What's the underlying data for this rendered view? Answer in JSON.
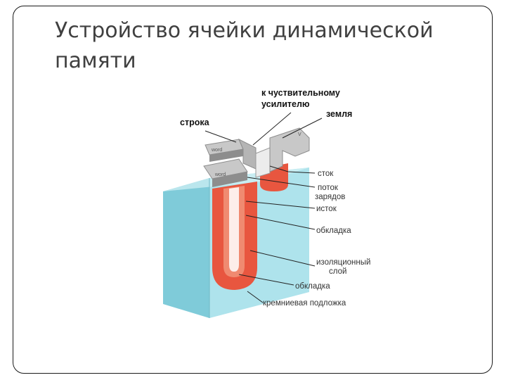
{
  "slide": {
    "title_line1": "Устройство ячейки динамической",
    "title_line2": "памяти"
  },
  "diagram": {
    "labels": {
      "sense_amp_line1": "к чуствительному",
      "sense_amp_line2": "усилителю",
      "ground": "земля",
      "row": "строка",
      "drain": "сток",
      "charge_flow_line1": "поток",
      "charge_flow_line2": "зарядов",
      "source": "исток",
      "plate_top": "обкладка",
      "insulation_line1": "изоляционный",
      "insulation_line2": "слой",
      "plate_bottom": "обкладка",
      "substrate": "кремниевая подложка"
    },
    "part_marks": {
      "word_upper": "word",
      "word_lower": "word",
      "bitline": "V"
    },
    "colors": {
      "substrate": "#aee3ec",
      "substrate_side": "#7fcbd9",
      "trench": "#e8563f",
      "trench_light": "#f08a70",
      "gate": "#c8c8c8",
      "gate_dark": "#8d8d8d"
    }
  }
}
